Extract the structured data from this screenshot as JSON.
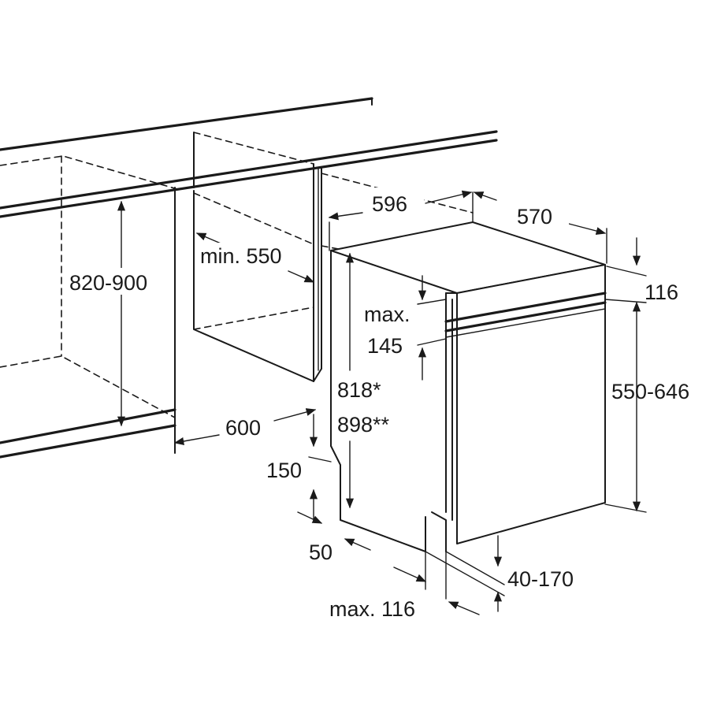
{
  "colors": {
    "line": "#1a1a1a",
    "background": "#ffffff"
  },
  "dimensions": {
    "width": "596",
    "depth": "570",
    "top_clearance": "116",
    "niche_height": "820-900",
    "min_depth": "min. 550",
    "niche_width": "600",
    "panel_gap_max_label": "max.",
    "panel_gap_value": "145",
    "appliance_height_1": "818*",
    "appliance_height_2": "898**",
    "front_panel_height": "550-646",
    "plinth_height": "150",
    "plinth_depth": "50",
    "plinth_setback": "40-170",
    "max_offset": "max. 116"
  }
}
